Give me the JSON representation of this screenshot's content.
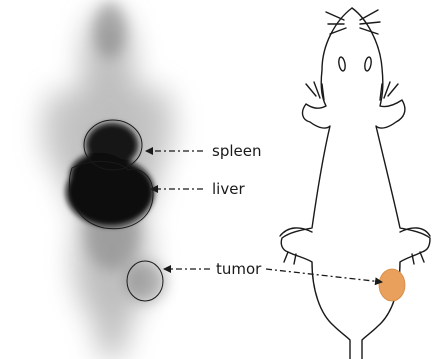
{
  "labels": {
    "spleen": "spleen",
    "liver": "liver",
    "tumor": "tumor"
  },
  "colors": {
    "background": "#ffffff",
    "scan_haze": "#8a8a8a",
    "organ_uptake": "#0a0a0a",
    "outline": "#1a1a1a",
    "tumor_highlight": "#e8a05c",
    "arrow": "#1a1a1a"
  }
}
